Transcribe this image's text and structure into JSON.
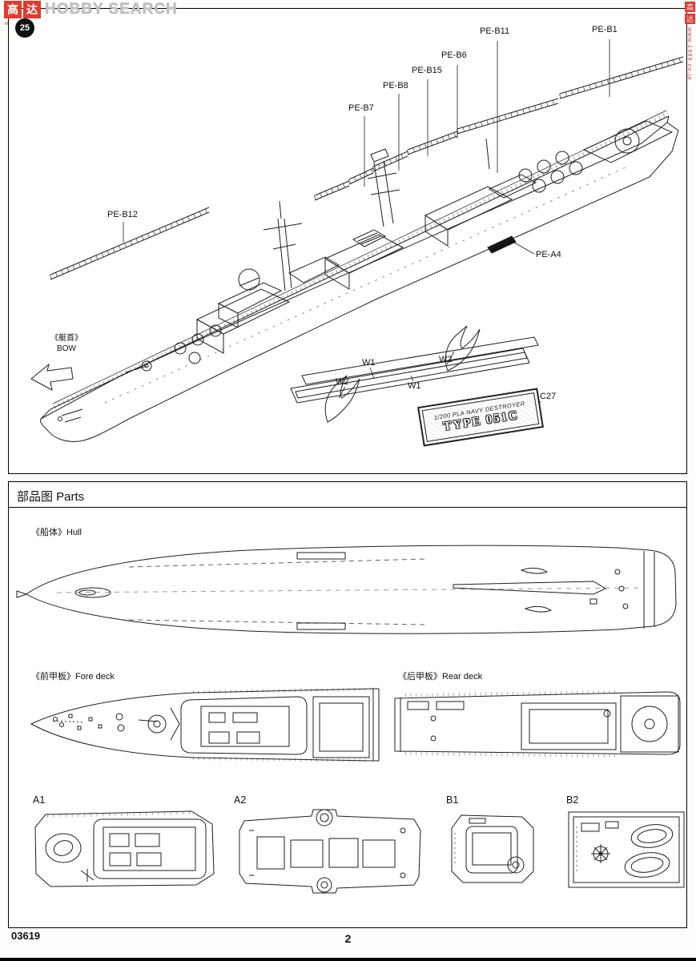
{
  "watermark": {
    "logo_cn_1": "高",
    "logo_cn_2": "达",
    "logo_en": "HOBBY SEARCH",
    "logo_url": "www.1999.co.jp",
    "side_cn_1": "高",
    "side_cn_2": "达",
    "side_url": "www.1999.co.jp"
  },
  "step": {
    "number": "25",
    "labels": {
      "pe_b1": "PE-B1",
      "pe_b11": "PE-B11",
      "pe_b6": "PE-B6",
      "pe_b15": "PE-B15",
      "pe_b8": "PE-B8",
      "pe_b7": "PE-B7",
      "pe_b12": "PE-B12",
      "pe_a4": "PE-A4",
      "w1_upper": "W1",
      "w2_upper": "W2",
      "w2_lower": "W2",
      "w1_lower": "W1",
      "c27": "C27",
      "bow_cn": "《艇首》",
      "bow_en": "BOW"
    },
    "nameplate": {
      "line1": "1/200 PLA NAVY DESTROYER",
      "line2": "TYPE 051C"
    }
  },
  "parts": {
    "header": "部品图 Parts",
    "hull_label": "《船体》Hull",
    "fore_deck_label": "《前甲板》Fore deck",
    "rear_deck_label": "《后甲板》Rear deck",
    "thumb_a1": "A1",
    "thumb_a2": "A2",
    "thumb_b1": "B1",
    "thumb_b2": "B2"
  },
  "footer": {
    "kit_number": "03619",
    "page_number": "2"
  }
}
